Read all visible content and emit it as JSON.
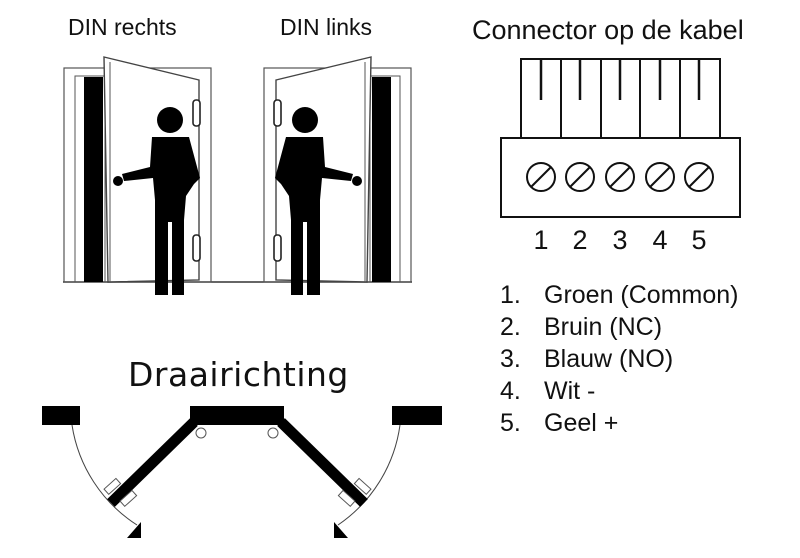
{
  "doors": {
    "din_right_label": "DIN rechts",
    "din_left_label": "DIN links"
  },
  "connector": {
    "title": "Connector op de kabel",
    "pins": [
      "1",
      "2",
      "3",
      "4",
      "5"
    ]
  },
  "wiring": {
    "items": [
      {
        "num": "1.",
        "label": "Groen (Common)"
      },
      {
        "num": "2.",
        "label": "Bruin (NC)"
      },
      {
        "num": "3.",
        "label": "Blauw (NO)"
      },
      {
        "num": "4.",
        "label": "Wit -"
      },
      {
        "num": "5.",
        "label": "Geel +"
      }
    ]
  },
  "swing": {
    "title": "Draairichting"
  },
  "colors": {
    "ink": "#111111",
    "background": "#ffffff"
  }
}
